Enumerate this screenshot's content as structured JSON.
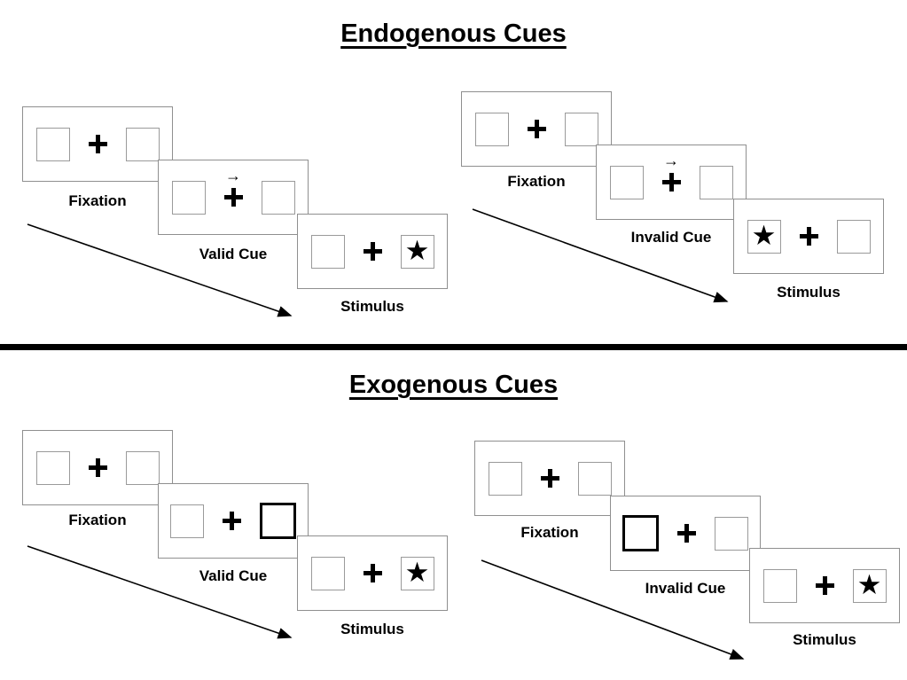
{
  "symbols": {
    "fixation_cross": "+",
    "target_star": "★",
    "direction_arrow": "→"
  },
  "sections": [
    {
      "title": "Endogenous Cues",
      "sequences": [
        {
          "type": "valid",
          "panels": [
            {
              "label": "Fixation"
            },
            {
              "label": "Valid Cue"
            },
            {
              "label": "Stimulus"
            }
          ]
        },
        {
          "type": "invalid",
          "panels": [
            {
              "label": "Fixation"
            },
            {
              "label": "Invalid Cue"
            },
            {
              "label": "Stimulus"
            }
          ]
        }
      ]
    },
    {
      "title": "Exogenous Cues",
      "sequences": [
        {
          "type": "valid",
          "panels": [
            {
              "label": "Fixation"
            },
            {
              "label": "Valid Cue"
            },
            {
              "label": "Stimulus"
            }
          ]
        },
        {
          "type": "invalid",
          "panels": [
            {
              "label": "Fixation"
            },
            {
              "label": "Invalid Cue"
            },
            {
              "label": "Stimulus"
            }
          ]
        }
      ]
    }
  ]
}
